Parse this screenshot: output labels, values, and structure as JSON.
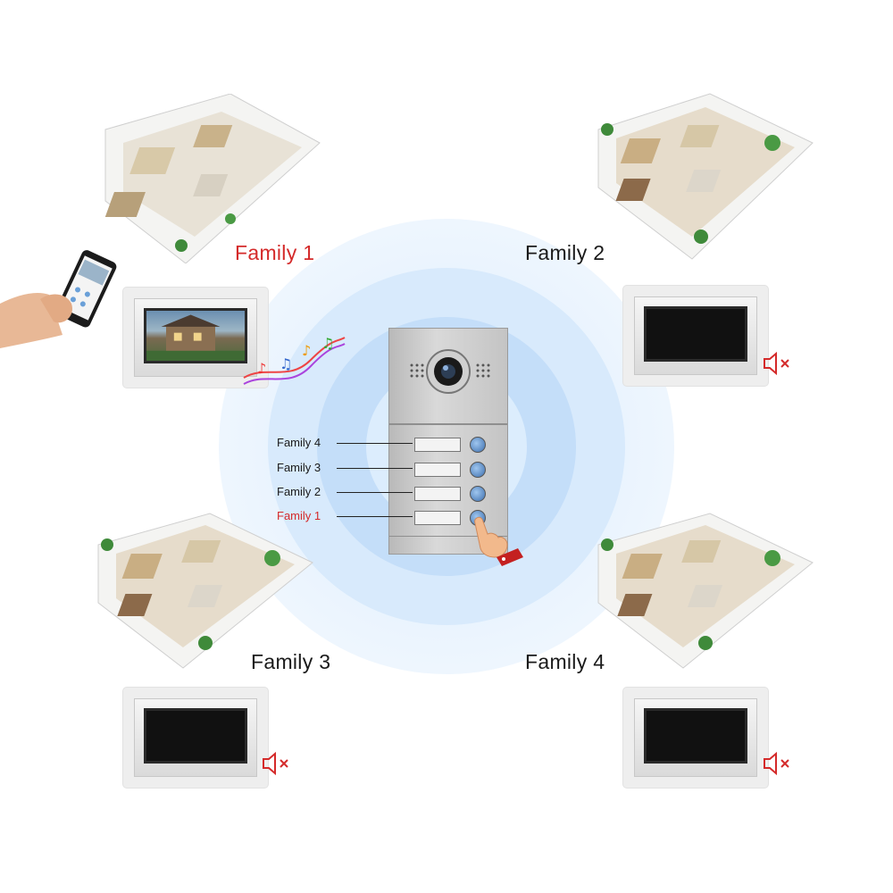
{
  "families": [
    {
      "label": "Family 1",
      "active": true
    },
    {
      "label": "Family 2",
      "active": false
    },
    {
      "label": "Family 3",
      "active": false
    },
    {
      "label": "Family 4",
      "active": false
    }
  ],
  "door_panel_buttons": [
    {
      "label": "Family 4",
      "active": false
    },
    {
      "label": "Family 3",
      "active": false
    },
    {
      "label": "Family 2",
      "active": false
    },
    {
      "label": "Family 1",
      "active": true
    }
  ],
  "icons": {
    "mute": "muted-speaker-icon",
    "music": "music-notes-icon",
    "phone": "smartphone-icon",
    "hand": "pointing-hand-icon",
    "card": "rfid-card-icon",
    "camera": "camera-lens-icon"
  },
  "colors": {
    "active_label": "#d42a2a",
    "glow": "#bcdcfb",
    "mute_icon": "#d42a2a"
  }
}
